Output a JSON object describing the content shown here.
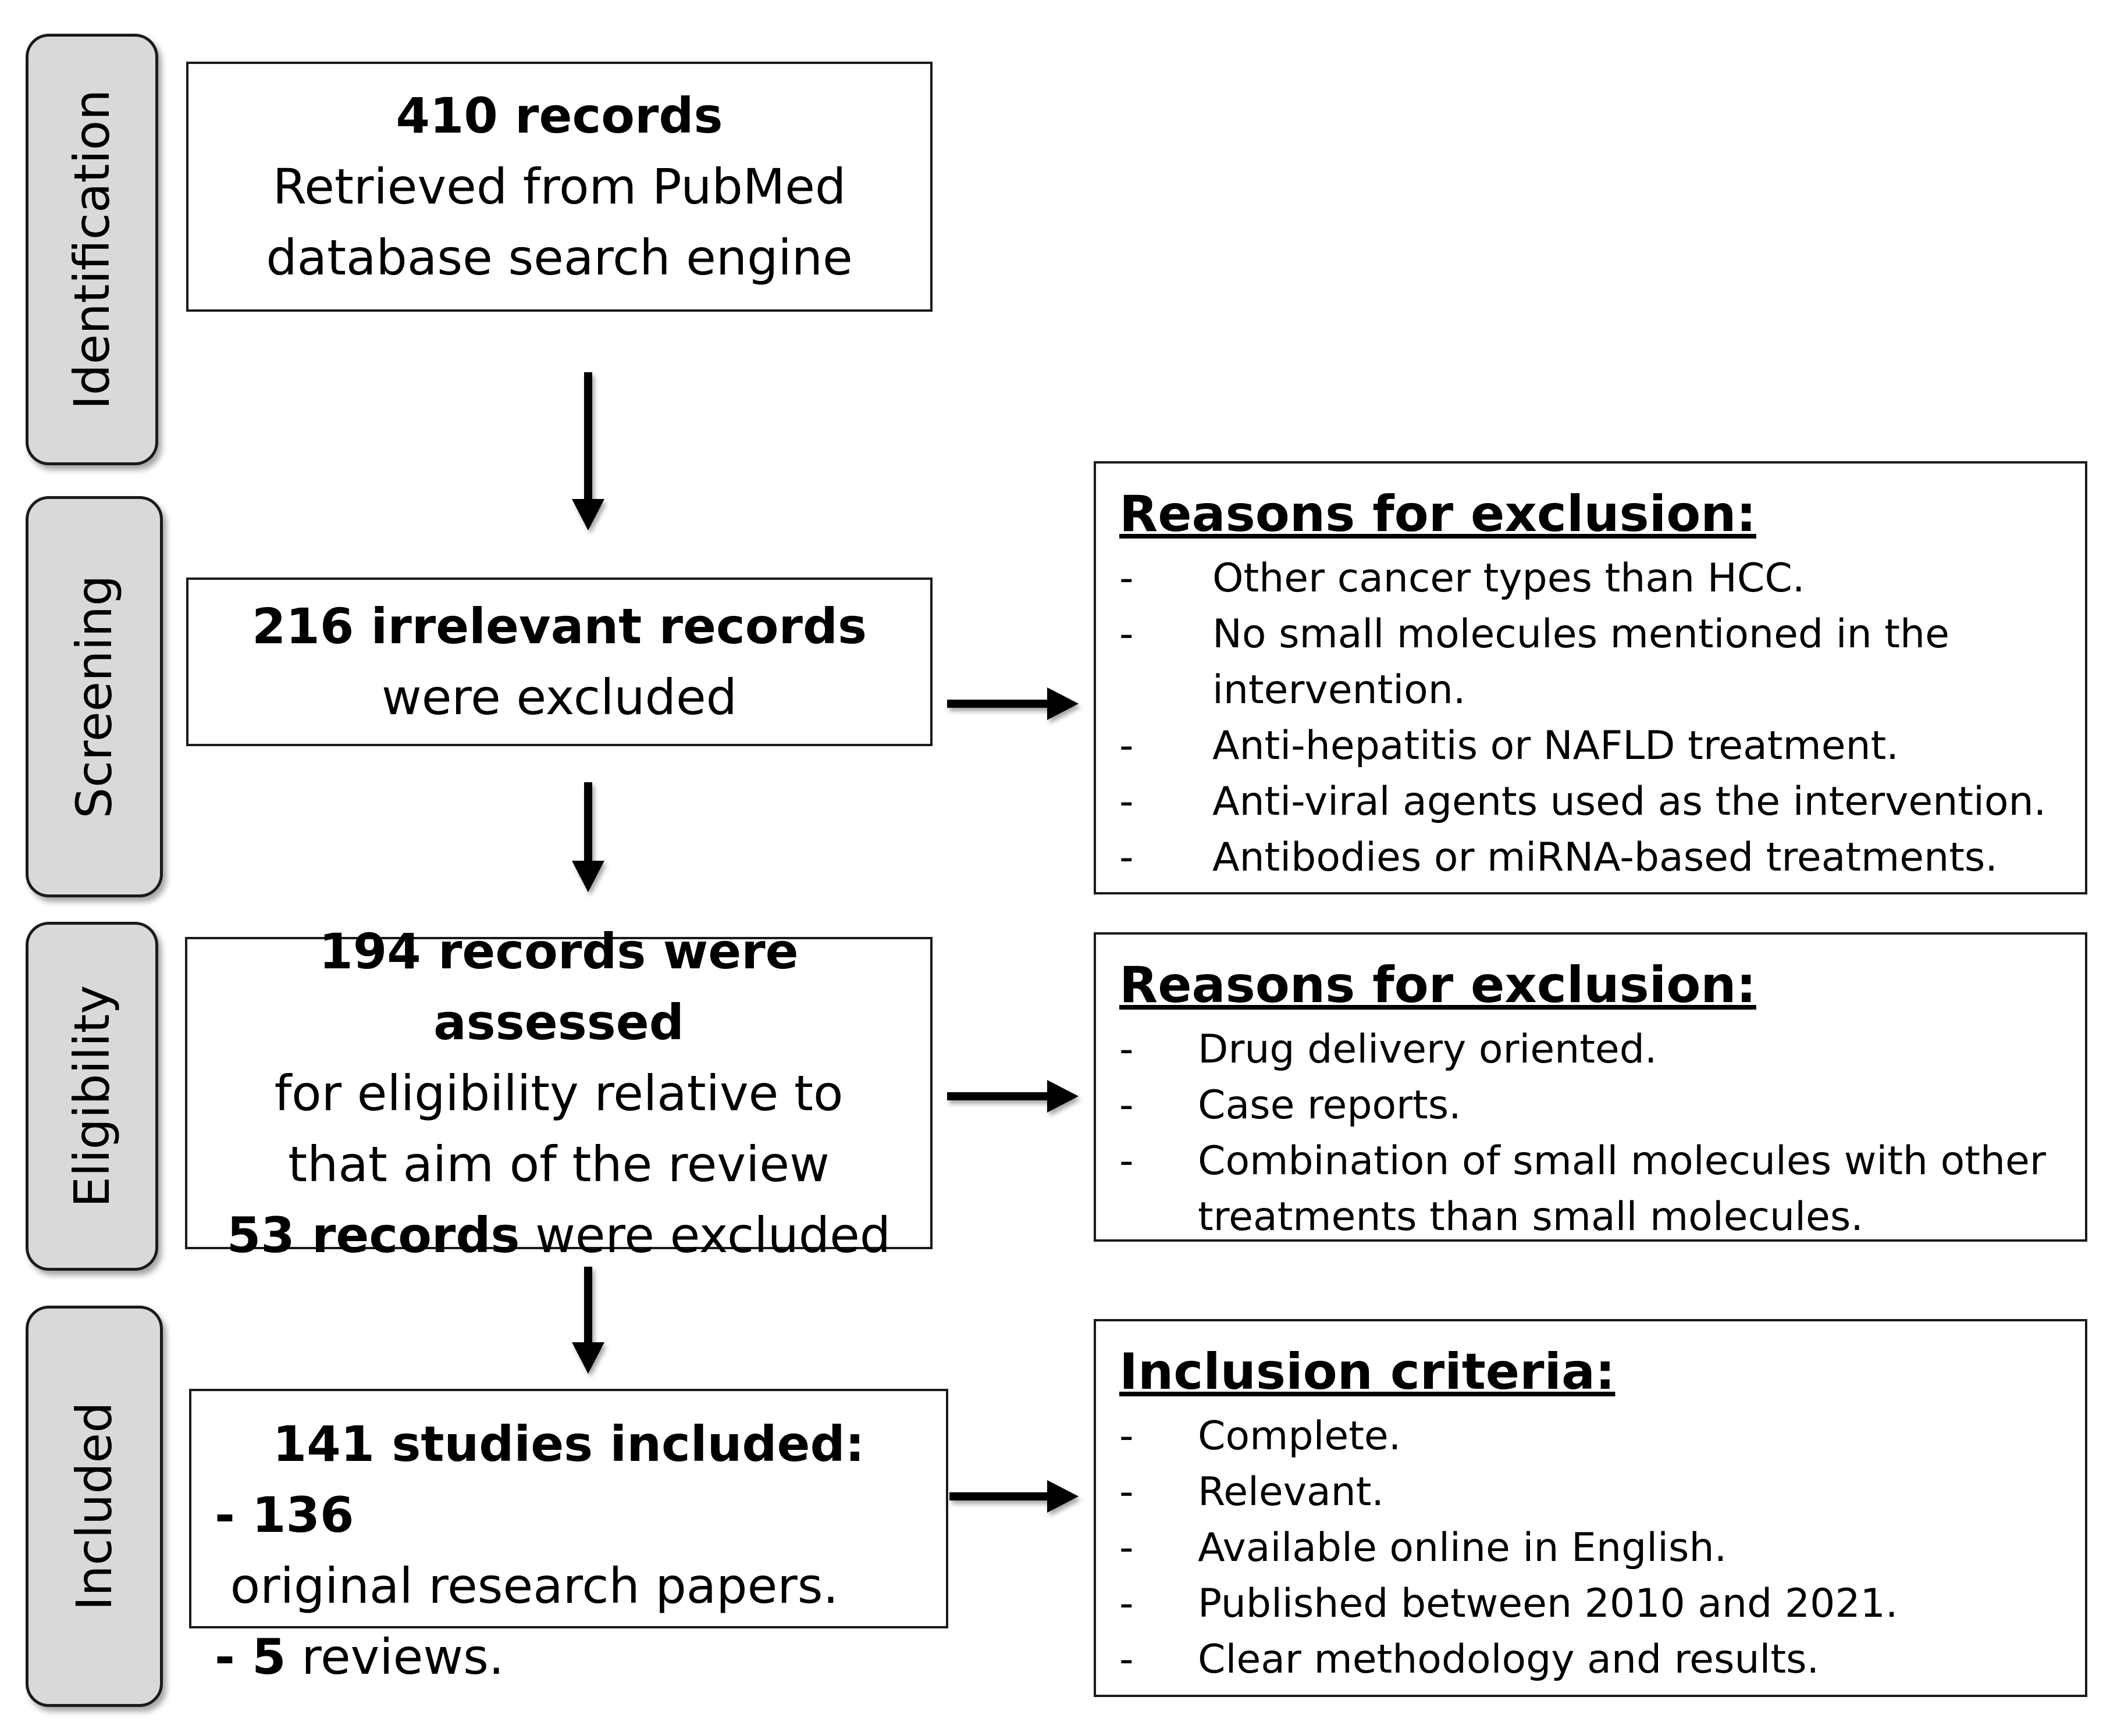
{
  "phases": {
    "identification": "Identification",
    "screening": "Screening",
    "eligibility": "Eligibility",
    "included": "Included"
  },
  "box1": {
    "count": "410 records",
    "line2": "Retrieved from PubMed",
    "line3": "database search engine"
  },
  "box2": {
    "count": "216 irrelevant records",
    "line2": "were excluded"
  },
  "box3": {
    "line1": "194 records were assessed",
    "line2": "for eligibility relative to",
    "line3": "that aim of the review",
    "excluded_count": "53 records",
    "excluded_rest": " were excluded"
  },
  "box4": {
    "title": "141 studies included:",
    "item1_prefix": "- ",
    "item1_num": "136",
    "item1_rest": " original research papers.",
    "item2_prefix": "- ",
    "item2_num": "5",
    "item2_rest": " reviews."
  },
  "screening_reasons": {
    "title": "Reasons for exclusion:",
    "dash": "-",
    "items": [
      "Other cancer types than HCC.",
      "No small molecules mentioned in the intervention.",
      "Anti-hepatitis or NAFLD treatment.",
      "Anti-viral agents used as the intervention.",
      "Antibodies or miRNA-based treatments."
    ]
  },
  "eligibility_reasons": {
    "title": "Reasons for exclusion:",
    "dash": "-",
    "items": [
      "Drug delivery oriented.",
      "Case reports.",
      "Combination of small molecules with other treatments than small molecules."
    ]
  },
  "inclusion_criteria": {
    "title": "Inclusion criteria:",
    "dash": "-",
    "items": [
      "Complete.",
      "Relevant.",
      "Available online in English.",
      "Published between 2010 and 2021.",
      "Clear methodology and results."
    ]
  }
}
